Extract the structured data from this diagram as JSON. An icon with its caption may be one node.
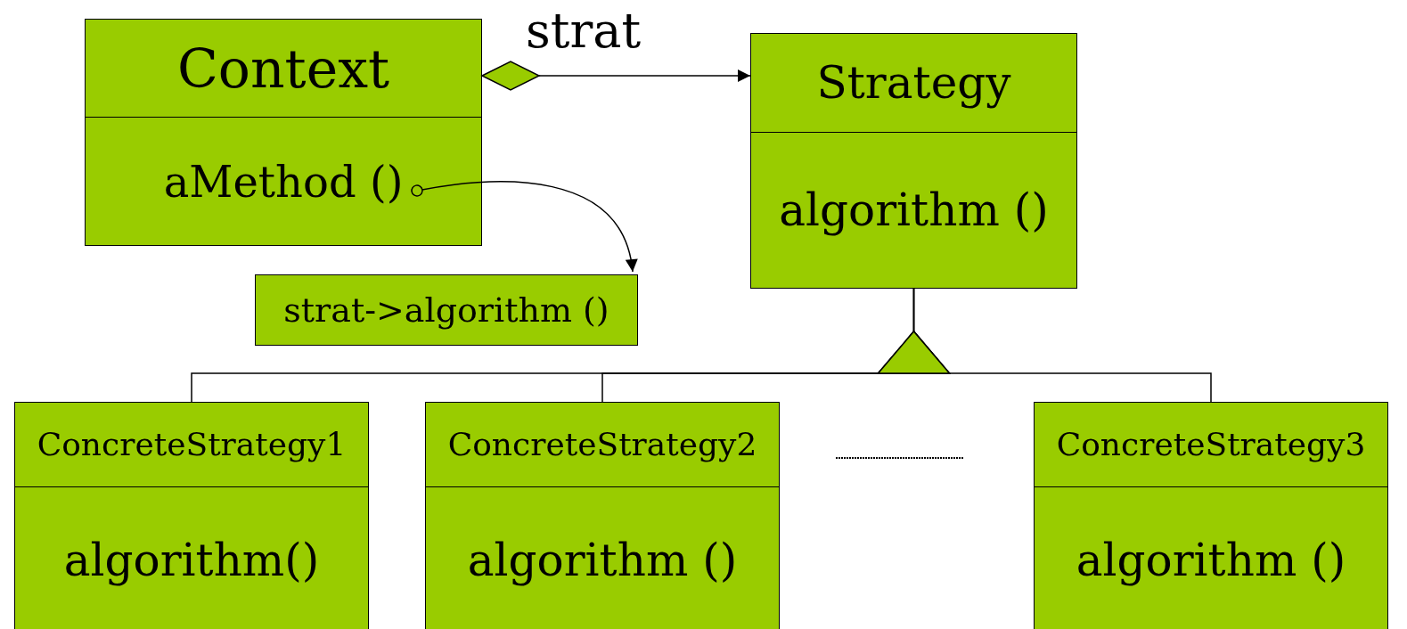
{
  "diagram": {
    "nodes": [
      {
        "text": [
          "Context",
          "aMethod ()"
        ]
      },
      {
        "text": [
          "Strategy",
          "algorithm ()"
        ]
      },
      {
        "text": [
          "strat->algorithm ()"
        ]
      },
      {
        "text": [
          "ConcreteStrategy1",
          "algorithm()"
        ]
      },
      {
        "text": [
          "ConcreteStrategy2",
          "algorithm ()"
        ]
      },
      {
        "text": [
          "ConcreteStrategy3",
          "algorithm ()"
        ]
      }
    ],
    "edges": [
      {
        "from": 0,
        "to": 1,
        "arrow": "to",
        "label": "strat"
      },
      {
        "from": 0,
        "to": 2,
        "arrow": "to"
      },
      {
        "from": 3,
        "to": 1,
        "arrow": "to"
      },
      {
        "from": 4,
        "to": 1,
        "arrow": "to"
      },
      {
        "from": 5,
        "to": 1,
        "arrow": "to"
      }
    ]
  }
}
